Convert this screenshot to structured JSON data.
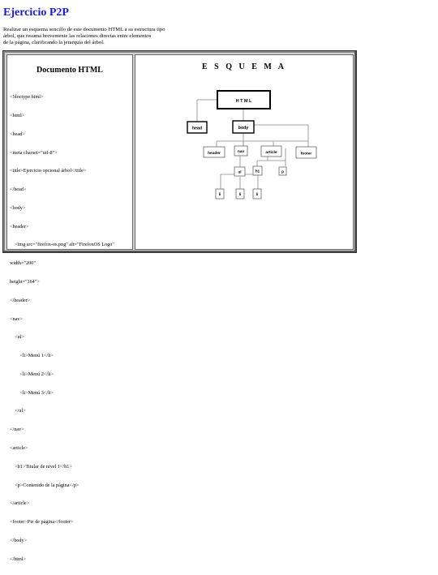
{
  "page": {
    "title": "Ejercicio P2P",
    "intro_lines": [
      "Realizar un esquema sencillo de este documento HTML a su estructura tipo",
      "árbol, que resuma brevemente las relaciones directas entre elementos",
      "de la página, clarificando la jerarquía del árbol."
    ]
  },
  "left_panel": {
    "heading": "Documento HTML",
    "code_lines": [
      "<!doctype html>",
      "<html>",
      "<head>",
      "<meta charset=\"utf-8\">",
      "<title>Ejercicio opcional árbol</title>",
      "</head>",
      "<body>",
      "<header>",
      "    <img src=\"firefox-os.png\" alt=\"FirefoxOS Logo\"",
      "width=\"200\"",
      "height=\"164\">",
      "</header>",
      "<nav>",
      "    <ul>",
      "        <li>Menú 1</li>",
      "        <li>Menú 2</li>",
      "        <li>Menú 3</li>",
      "    </ul>",
      "</nav>",
      "<article>",
      "    <h1>Titular de nivel 1</h1>",
      "    <p>Contenido de la página</p>",
      "</article>",
      "<footer>Pie de página</footer>",
      "</body>",
      "</html>"
    ]
  },
  "right_panel": {
    "heading": "E S Q U E M A",
    "nodes": {
      "html": "H T M L",
      "head": "head",
      "body": "body",
      "header": "header",
      "nav": "nav",
      "article": "article",
      "footer": "footer",
      "ul": "ul",
      "h1": "h1",
      "p": "p",
      "li1": "li",
      "li2": "li",
      "li3": "li"
    }
  }
}
